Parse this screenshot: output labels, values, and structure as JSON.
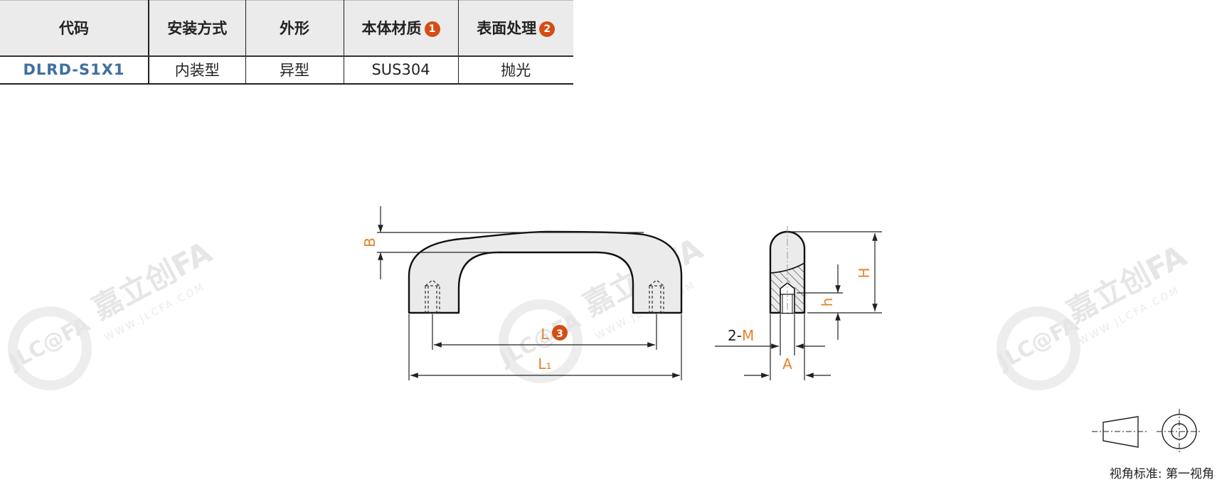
{
  "table": {
    "headers": [
      {
        "label": "代码",
        "badge": ""
      },
      {
        "label": "安装方式",
        "badge": ""
      },
      {
        "label": "外形",
        "badge": ""
      },
      {
        "label": "本体材质",
        "badge": "1"
      },
      {
        "label": "表面处理",
        "badge": "2"
      }
    ],
    "row": [
      "DLRD-S1X1",
      "内装型",
      "异型",
      "SUS304",
      "抛光"
    ]
  },
  "drawing": {
    "labels": {
      "B": "B",
      "L": "L",
      "L_badge": "3",
      "L1": "L₁",
      "H": "H",
      "h": "h",
      "M_prefix": "2-",
      "M": "M",
      "A": "A"
    },
    "colors": {
      "dimension_orange": "#e8802a",
      "badge_red": "#d44d16",
      "code_blue": "#3e6fa0"
    }
  },
  "watermark": {
    "brand": "嘉立创FA",
    "logo": "JLC@FA",
    "url": "WWW.JLCFA.COM"
  },
  "projection": {
    "label": "视角标准: 第一视角"
  }
}
